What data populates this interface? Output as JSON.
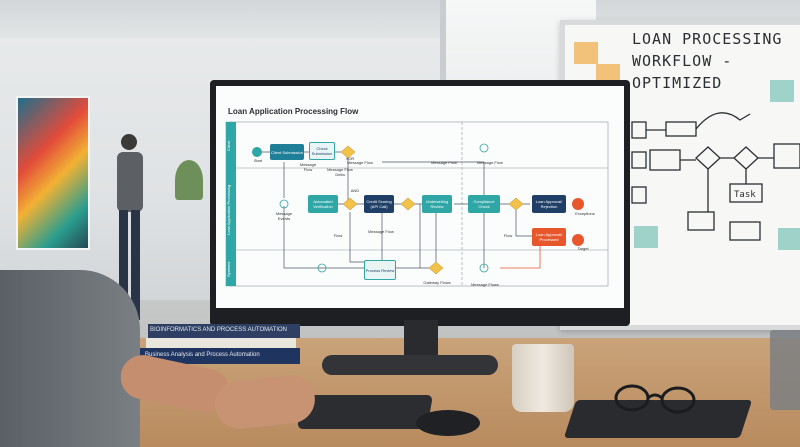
{
  "whiteboard": {
    "title_line1": "LOAN PROCESSING",
    "title_line2": "WORKFLOW - OPTIMIZED",
    "task_label": "Task"
  },
  "diagram": {
    "title": "Loan Application Processing Flow",
    "lanes": [
      "Client",
      "Loan Application Processing",
      "Systems"
    ],
    "nodes": {
      "start": "Start",
      "client_submission": "Client Submission",
      "check_submission": "Check Submission",
      "automated_verification": "Automated Verification",
      "credit_scoring": "Credit Scoring (API Call)",
      "underwriting_review": "Underwriting Review",
      "compliance_check": "Compliance Check",
      "loan_approval": "Loan Approval/ Rejection",
      "loan_approval_processed": "Loan Approval/ Processed",
      "process_review": "Process Review",
      "exceptions": "Exceptions",
      "target": "Target"
    },
    "labels": {
      "message_flow": "Message Flow",
      "message_flow_delta": "Message Flow Delta",
      "message_events": "Message Events",
      "flow": "Flow",
      "gateway_flows": "Gateway Flows",
      "message_flows": "Message Flows",
      "and": "AND",
      "xor": "XOR"
    }
  },
  "books": {
    "top": "BIOINFORMATICS AND PROCESS AUTOMATION",
    "bottom": "Business Analysis and Process Automation"
  },
  "colors": {
    "teal": "#2fa7a6",
    "navy": "#1f3f66",
    "orange": "#e8572c",
    "gateway": "#f2c24b"
  }
}
